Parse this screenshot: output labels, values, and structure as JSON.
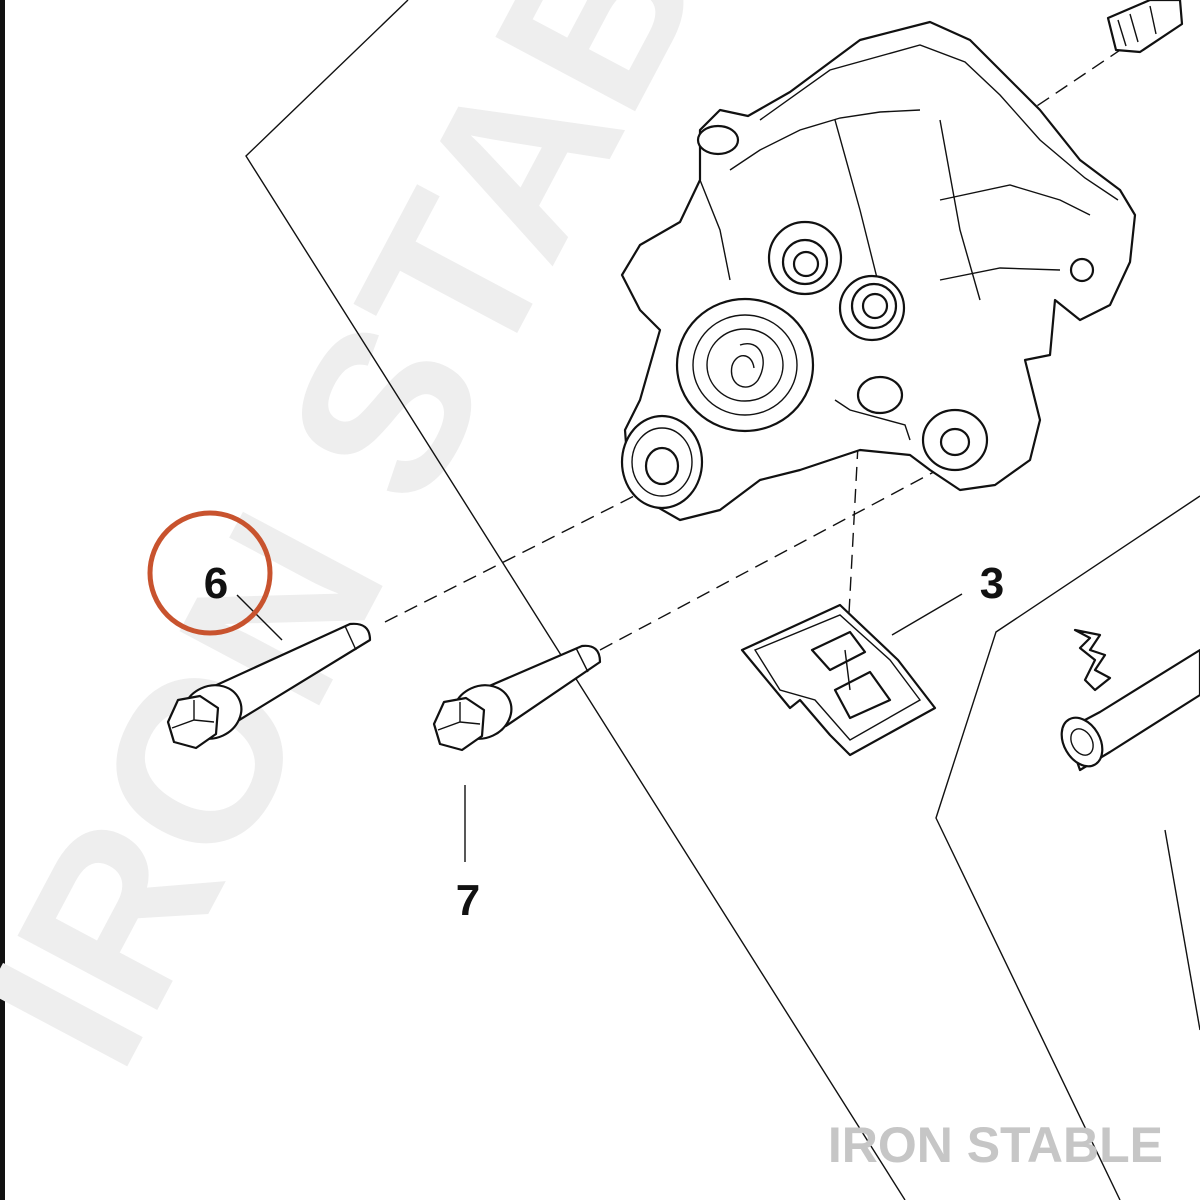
{
  "callouts": {
    "part_6": "6",
    "part_3": "3",
    "part_7": "7"
  },
  "highlight": {
    "target": "6",
    "color": "#c8532e"
  },
  "watermark": {
    "text": "IRON STABLE",
    "color": "#eeeeee"
  },
  "brand": {
    "text": "IRON STABLE",
    "color": "#c6c6c6"
  }
}
